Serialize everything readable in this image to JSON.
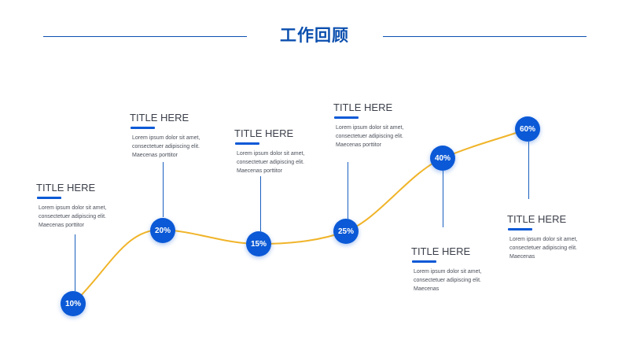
{
  "page": {
    "title": "工作回顾"
  },
  "steps": [
    {
      "value": "10%",
      "title": "TITLE HERE",
      "body": "Lorem ipsum dolor sit amet, consectetuer adipiscing elit. Maecenas porttitor"
    },
    {
      "value": "20%",
      "title": "TITLE HERE",
      "body": "Lorem ipsum dolor sit amet, consectetuer adipiscing elit. Maecenas porttitor"
    },
    {
      "value": "15%",
      "title": "TITLE HERE",
      "body": "Lorem ipsum dolor sit amet, consectetuer adipiscing elit. Maecenas porttitor"
    },
    {
      "value": "25%",
      "title": "TITLE HERE",
      "body": "Lorem ipsum dolor sit amet, consectetuer adipiscing elit. Maecenas porttitor"
    },
    {
      "value": "40%",
      "title": "TITLE HERE",
      "body": "Lorem ipsum dolor sit amet, consectetuer adipiscing elit. Maecenas"
    },
    {
      "value": "60%",
      "title": "TITLE HERE",
      "body": "Lorem ipsum dolor sit amet, consectetuer adipiscing elit. Maecenas"
    }
  ],
  "colors": {
    "accent": "#0b59d6",
    "curve": "#f0b429",
    "title": "#0b4fae"
  }
}
